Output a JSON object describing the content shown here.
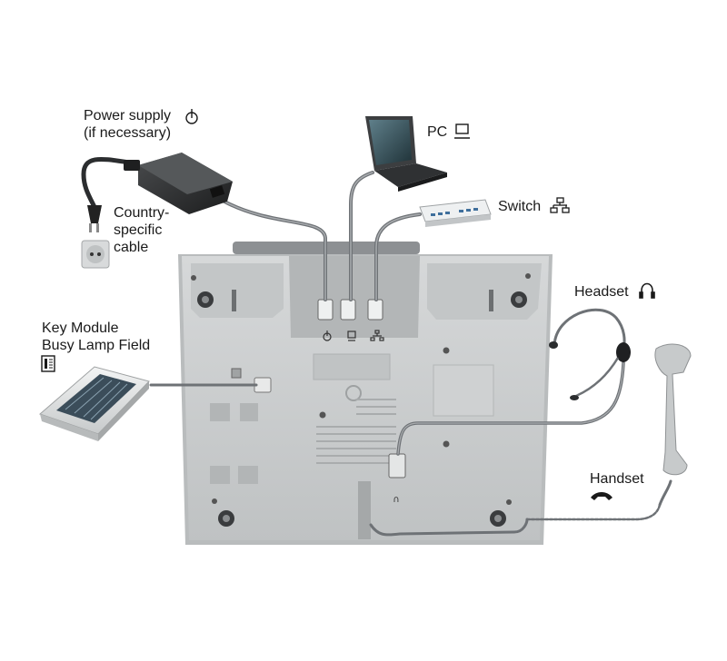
{
  "labels": {
    "power_supply": {
      "line1": "Power supply",
      "line2": "(if necessary)"
    },
    "country_cable": {
      "line1": "Country-",
      "line2": "specific",
      "line3": "cable"
    },
    "pc": "PC",
    "switch": "Switch",
    "headset": "Headset",
    "key_module": {
      "line1": "Key Module",
      "line2": "Busy Lamp Field"
    },
    "handset": "Handset"
  },
  "icons": {
    "power": "power-icon",
    "pc": "monitor-icon",
    "switch": "network-switch-icon",
    "headset": "headphones-icon",
    "key_module": "key-module-icon",
    "handset": "handset-icon"
  },
  "colors": {
    "phone_body": "#c9cbcc",
    "phone_shadow": "#a7aaab",
    "cable": "#6e7276",
    "device_dark": "#2b2d2f"
  }
}
